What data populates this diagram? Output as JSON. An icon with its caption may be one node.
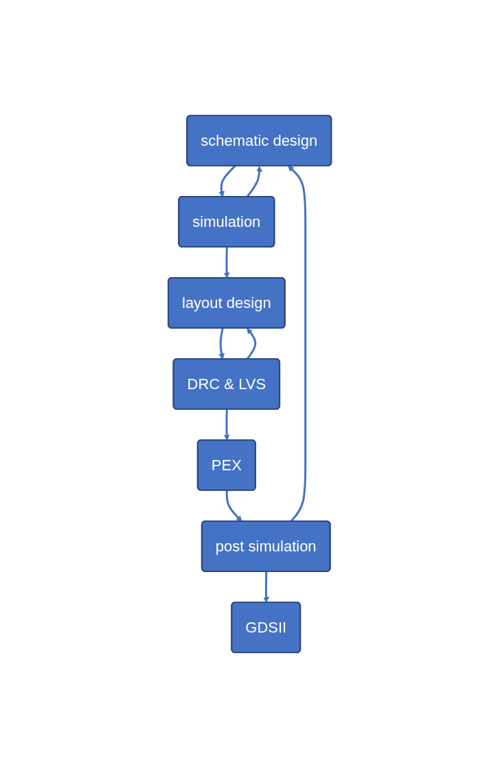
{
  "diagram": {
    "nodes": [
      {
        "text": [
          "schematic design"
        ]
      },
      {
        "text": [
          "simulation"
        ]
      },
      {
        "text": [
          "layout design"
        ]
      },
      {
        "text": [
          "DRC & LVS"
        ]
      },
      {
        "text": [
          "PEX"
        ]
      },
      {
        "text": [
          "post simulation"
        ]
      },
      {
        "text": [
          "GDSII"
        ]
      }
    ],
    "edges": [
      {
        "from": 0,
        "to": 1,
        "arrow": "to"
      },
      {
        "from": 1,
        "to": 0,
        "arrow": "to"
      },
      {
        "from": 1,
        "to": 2,
        "arrow": "to"
      },
      {
        "from": 2,
        "to": 3,
        "arrow": "to"
      },
      {
        "from": 3,
        "to": 2,
        "arrow": "to"
      },
      {
        "from": 3,
        "to": 4,
        "arrow": "to"
      },
      {
        "from": 4,
        "to": 5,
        "arrow": "to"
      },
      {
        "from": 5,
        "to": 0,
        "arrow": "to"
      },
      {
        "from": 5,
        "to": 6,
        "arrow": "to"
      }
    ]
  }
}
